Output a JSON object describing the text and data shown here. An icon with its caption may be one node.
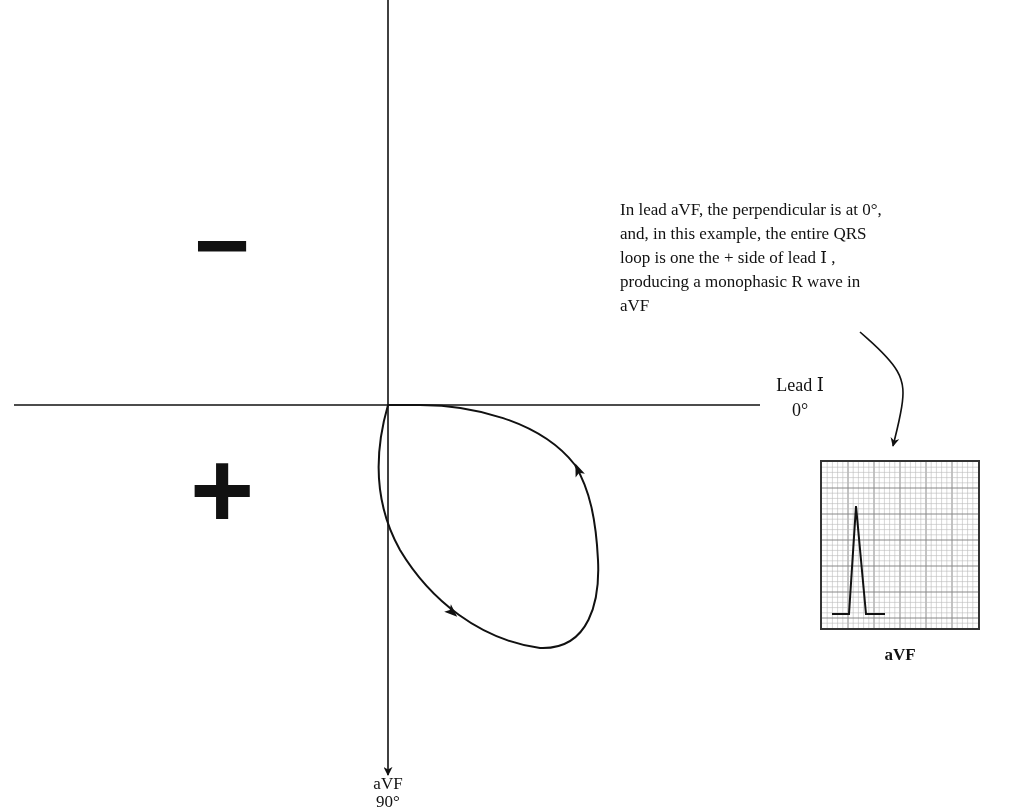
{
  "diagram": {
    "nodes": [
      {
        "text": [
          "In lead aVF, the perpendicular is at 0°, and, in this example, the entire QRS loop is one the + side of lead Ⅰ , producing a monophasic R wave in aVF"
        ]
      },
      {
        "text": [],
        "shape": "picture",
        "beside": [
          "aVF"
        ]
      }
    ],
    "edges": [
      {
        "from": 0,
        "to": 1,
        "arrow": "to"
      }
    ],
    "labels": [
      "−",
      "+",
      "Lead Ⅰ",
      "0°",
      "aVF",
      "90°"
    ]
  }
}
